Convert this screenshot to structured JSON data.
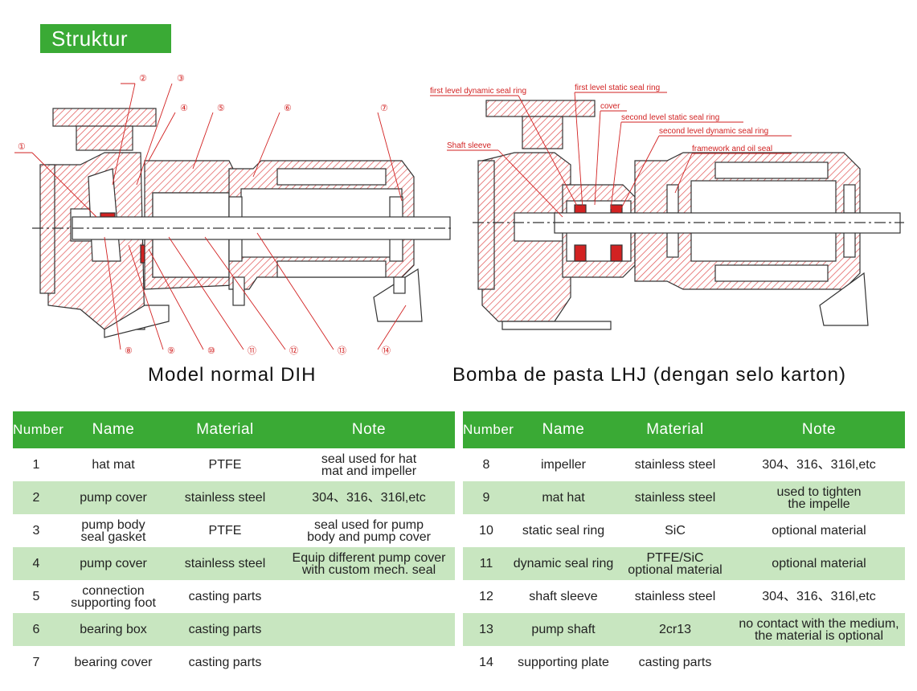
{
  "header": {
    "badge": "Struktur"
  },
  "diagrams": {
    "left": {
      "caption": "Model normal DIH",
      "callouts": [
        "①",
        "②",
        "③",
        "④",
        "⑤",
        "⑥",
        "⑦",
        "⑧",
        "⑨",
        "⑩",
        "⑪",
        "⑫",
        "⑬",
        "⑭"
      ]
    },
    "right": {
      "caption": "Bomba de pasta LHJ (dengan selo karton)",
      "labels": {
        "first_dynamic": "first level dynamic seal ring",
        "first_static": "first level static seal ring",
        "cover": "cover",
        "second_static": "second level static seal ring",
        "second_dynamic": "second level dynamic seal ring",
        "framework": "framework and oil seal",
        "shaft_sleeve": "Shaft sleeve"
      }
    }
  },
  "colors": {
    "accent": "#3aaa35",
    "row_highlight": "#c8e6c0",
    "drawing_red": "#d22222",
    "hatch": "#e05050"
  },
  "table": {
    "headers": {
      "number": "Number",
      "name": "Name",
      "material": "Material",
      "note": "Note"
    },
    "left_rows": [
      {
        "number": "1",
        "name": "hat mat",
        "material": "PTFE",
        "note": "seal used for hat\nmat and impeller"
      },
      {
        "number": "2",
        "name": "pump cover",
        "material": "stainless steel",
        "note": "304、316、316l,etc"
      },
      {
        "number": "3",
        "name": "pump body\nseal gasket",
        "material": "PTFE",
        "note": "seal used for pump\nbody and pump cover"
      },
      {
        "number": "4",
        "name": "pump cover",
        "material": "stainless steel",
        "note": "Equip different pump cover\nwith custom mech. seal"
      },
      {
        "number": "5",
        "name": "connection\nsupporting foot",
        "material": "casting parts",
        "note": ""
      },
      {
        "number": "6",
        "name": "bearing box",
        "material": "casting parts",
        "note": ""
      },
      {
        "number": "7",
        "name": "bearing cover",
        "material": "casting parts",
        "note": ""
      }
    ],
    "right_rows": [
      {
        "number": "8",
        "name": "impeller",
        "material": "stainless steel",
        "note": "304、316、316l,etc"
      },
      {
        "number": "9",
        "name": "mat hat",
        "material": "stainless steel",
        "note": "used to tighten\nthe impelle"
      },
      {
        "number": "10",
        "name": "static seal ring",
        "material": "SiC",
        "note": "optional material"
      },
      {
        "number": "11",
        "name": "dynamic seal ring",
        "material": "PTFE/SiC\noptional material",
        "note": "optional material"
      },
      {
        "number": "12",
        "name": "shaft sleeve",
        "material": "stainless steel",
        "note": "304、316、316l,etc"
      },
      {
        "number": "13",
        "name": "pump shaft",
        "material": "2cr13",
        "note": "no contact with the medium,\nthe material is optional"
      },
      {
        "number": "14",
        "name": "supporting plate",
        "material": "casting parts",
        "note": ""
      }
    ]
  }
}
